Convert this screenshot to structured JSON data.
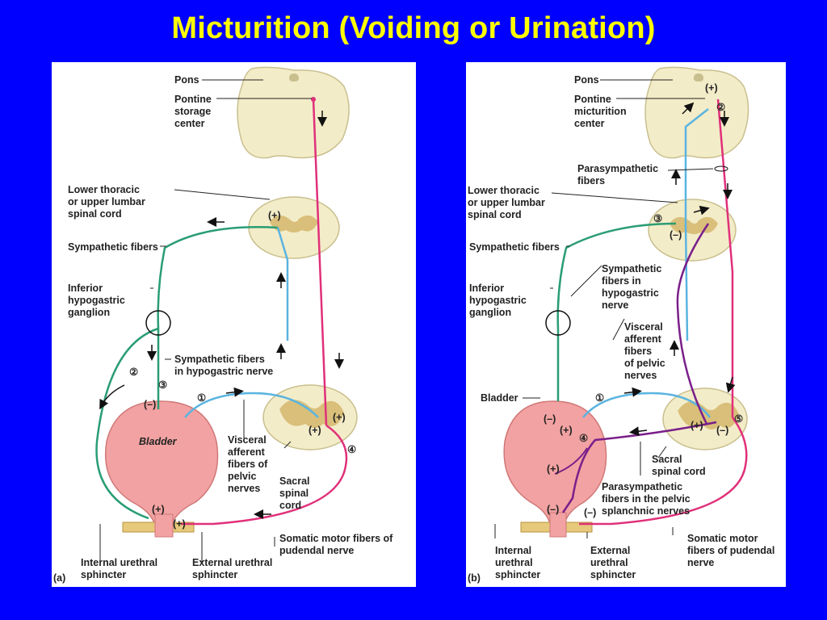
{
  "title": "Micturition (Voiding or Urination)",
  "colors": {
    "background": "#0000ff",
    "title": "#ffff00",
    "sympathetic": "#2a9d74",
    "afferent": "#5ab4e0",
    "somatic": "#e0307a",
    "parasympathetic": "#7a1f8a",
    "bladder": "#f2a2a2",
    "spinal_cord": "#f3ecc8"
  },
  "panel_a": {
    "tag": "(a)",
    "labels": {
      "pons": "Pons",
      "pontine_storage_1": "Pontine",
      "pontine_storage_2": "storage",
      "pontine_storage_3": "center",
      "thoracic_1": "Lower thoracic",
      "thoracic_2": "or upper lumbar",
      "thoracic_3": "spinal cord",
      "sympathetic_fibers": "Sympathetic fibers",
      "ganglion_1": "Inferior",
      "ganglion_2": "hypogastric",
      "ganglion_3": "ganglion",
      "symp_hypo_1": "Sympathetic fibers",
      "symp_hypo_2": "in hypogastric nerve",
      "bladder": "Bladder",
      "visceral_1": "Visceral",
      "visceral_2": "afferent",
      "visceral_3": "fibers of",
      "visceral_4": "pelvic",
      "visceral_5": "nerves",
      "sacral_1": "Sacral",
      "sacral_2": "spinal",
      "sacral_3": "cord",
      "somatic_1": "Somatic motor fibers of",
      "somatic_2": "pudendal nerve",
      "internal_1": "Internal urethral",
      "internal_2": "sphincter",
      "external_1": "External urethral",
      "external_2": "sphincter"
    },
    "markers": {
      "plus": "(+)",
      "minus": "(–)",
      "n1": "①",
      "n2": "②",
      "n3": "③",
      "n4": "④"
    }
  },
  "panel_b": {
    "tag": "(b)",
    "labels": {
      "pons": "Pons",
      "pontine_mict_1": "Pontine",
      "pontine_mict_2": "micturition",
      "pontine_mict_3": "center",
      "parasym_1": "Parasympathetic",
      "parasym_2": "fibers",
      "thoracic_1": "Lower thoracic",
      "thoracic_2": "or upper lumbar",
      "thoracic_3": "spinal cord",
      "sympathetic_fibers": "Sympathetic fibers",
      "symp_hypo_1": "Sympathetic",
      "symp_hypo_2": "fibers in",
      "symp_hypo_3": "hypogastric",
      "symp_hypo_4": "nerve",
      "ganglion_1": "Inferior",
      "ganglion_2": "hypogastric",
      "ganglion_3": "ganglion",
      "visceral_1": "Visceral",
      "visceral_2": "afferent",
      "visceral_3": "fibers",
      "visceral_4": "of pelvic",
      "visceral_5": "nerves",
      "bladder": "Bladder",
      "sacral_1": "Sacral",
      "sacral_2": "spinal cord",
      "splanchnic_1": "Parasympathetic",
      "splanchnic_2": "fibers in the pelvic",
      "splanchnic_3": "splanchnic nerves",
      "somatic_1": "Somatic motor",
      "somatic_2": "fibers of pudendal",
      "somatic_3": "nerve",
      "internal_1": "Internal",
      "internal_2": "urethral",
      "internal_3": "sphincter",
      "external_1": "External",
      "external_2": "urethral",
      "external_3": "sphincter"
    },
    "markers": {
      "plus": "(+)",
      "minus": "(–)",
      "n1": "①",
      "n2": "②",
      "n3": "③",
      "n4": "④",
      "n5": "⑤"
    }
  }
}
